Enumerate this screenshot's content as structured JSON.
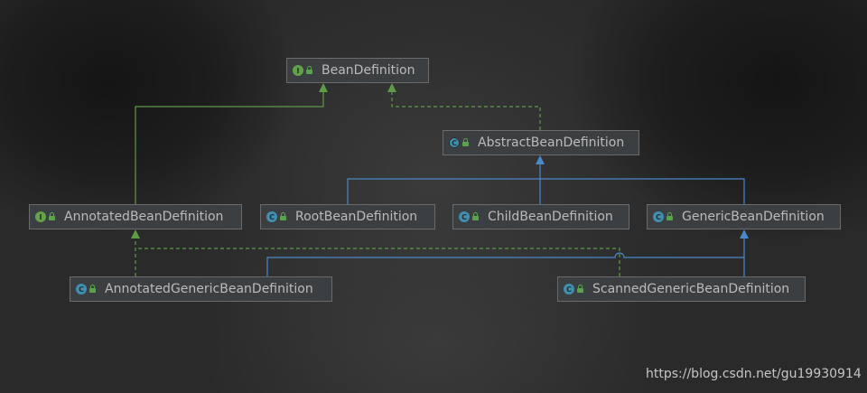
{
  "nodes": {
    "bean_definition": {
      "label": "BeanDefinition",
      "kind": "interface",
      "icon": "interface-icon"
    },
    "abstract_bean_definition": {
      "label": "AbstractBeanDefinition",
      "kind": "abstract-class",
      "icon": "abstract-class-icon"
    },
    "annotated_bean_definition": {
      "label": "AnnotatedBeanDefinition",
      "kind": "interface",
      "icon": "interface-icon"
    },
    "root_bean_definition": {
      "label": "RootBeanDefinition",
      "kind": "class",
      "icon": "class-icon"
    },
    "child_bean_definition": {
      "label": "ChildBeanDefinition",
      "kind": "class",
      "icon": "class-icon"
    },
    "generic_bean_definition": {
      "label": "GenericBeanDefinition",
      "kind": "class",
      "icon": "class-icon"
    },
    "annotated_generic_bean_definition": {
      "label": "AnnotatedGenericBeanDefinition",
      "kind": "class",
      "icon": "class-icon"
    },
    "scanned_generic_bean_definition": {
      "label": "ScannedGenericBeanDefinition",
      "kind": "class",
      "icon": "class-icon"
    }
  },
  "edge_types": {
    "extends": {
      "style": "solid",
      "color": "#4a88c7"
    },
    "interface_extends": {
      "style": "solid",
      "color": "#5d9b47"
    },
    "implements": {
      "style": "dashed",
      "color": "#5d9b47"
    }
  },
  "icon_glyphs": {
    "interface": "I",
    "class": "C",
    "abstract-class": "C"
  },
  "watermark": "https://blog.csdn.net/gu19930914",
  "colors": {
    "background": "#2b2b2b",
    "node_fill": "#3c3f41",
    "node_border": "#6b6b6b",
    "text": "#bbbbbb"
  }
}
